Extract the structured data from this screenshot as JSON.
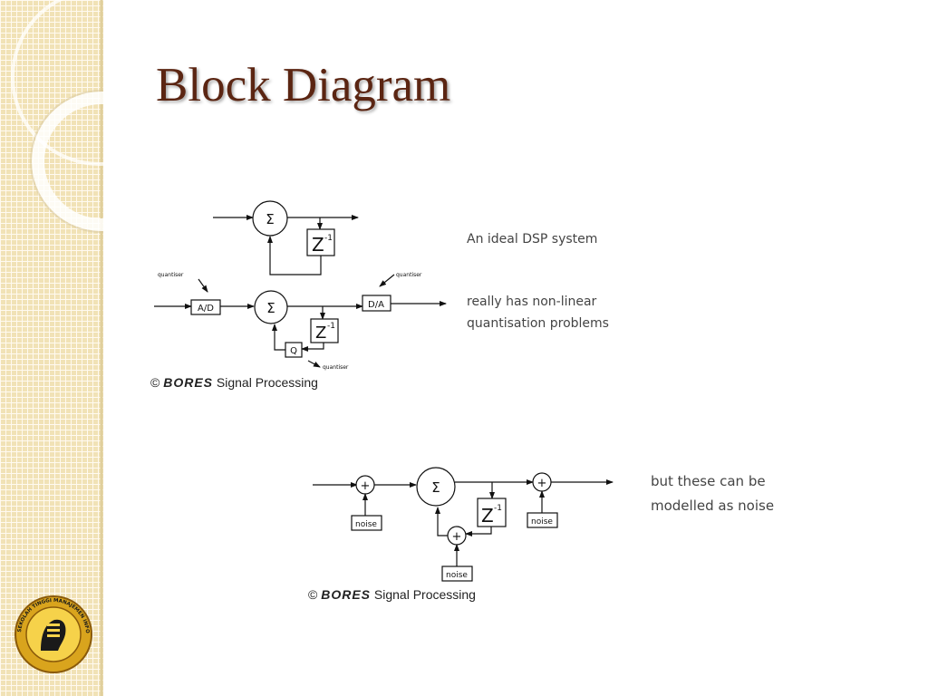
{
  "slide": {
    "title": "Block Diagram",
    "colors": {
      "title": "#5b2512",
      "sidebar": "#f1e2b6",
      "sidebar_grid": "#ffffff"
    }
  },
  "logo": {
    "text": "SEKOLAH TINGGI MANAJEMEN INFORMATIKA & KOMPUTER · JAKARTA · STI&K"
  },
  "diagram1": {
    "sum_symbol": "Σ",
    "delay_symbol": "Z",
    "delay_exponent": "-1",
    "ad_label": "A/D",
    "da_label": "D/A",
    "q_label": "Q",
    "quantiser_label": "quantiser",
    "caption_ideal": "An ideal DSP system",
    "caption_real_1": "really has non-linear",
    "caption_real_2": "quantisation problems",
    "copyright_symbol": "©",
    "brand": "BORES",
    "copyright_text": "Signal Processing"
  },
  "diagram2": {
    "sum_symbol": "Σ",
    "plus_symbol": "+",
    "delay_symbol": "Z",
    "delay_exponent": "-1",
    "noise_label": "noise",
    "caption_1": "but these can be",
    "caption_2": "modelled as noise",
    "copyright_symbol": "©",
    "brand": "BORES",
    "copyright_text": "Signal Processing"
  }
}
